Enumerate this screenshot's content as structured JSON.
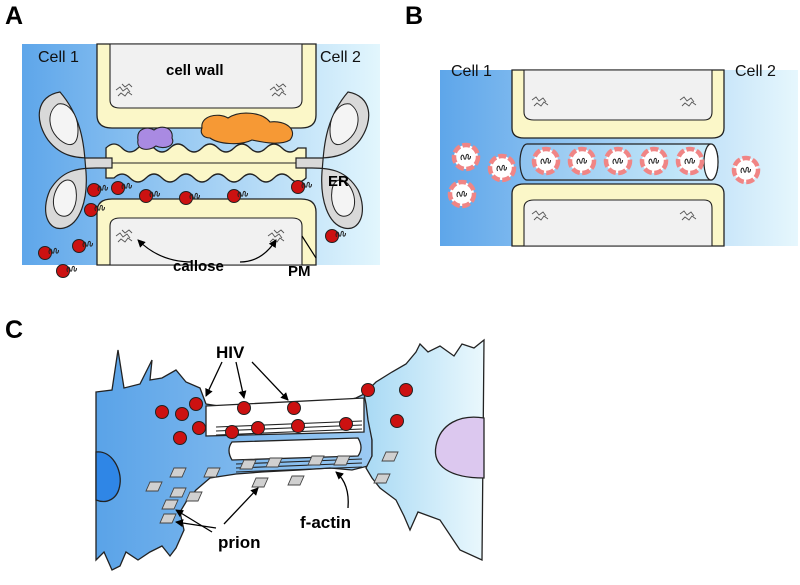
{
  "panels": {
    "a": {
      "letter": "A",
      "cell1": "Cell 1",
      "cell2": "Cell 2",
      "cell_wall": "cell wall",
      "er": "ER",
      "pm": "PM",
      "callose": "callose"
    },
    "b": {
      "letter": "B",
      "cell1": "Cell 1",
      "cell2": "Cell 2"
    },
    "c": {
      "letter": "C",
      "hiv": "HIV",
      "prion": "prion",
      "factin": "f-actin"
    }
  },
  "colors": {
    "cell_blue_dark": "#5ea6ea",
    "cell_blue_light": "#e2f6fd",
    "wall_cream": "#fbf7c8",
    "wall_grey": "#f1f1f1",
    "virus_red": "#cc1111",
    "pink_ring": "#f08585",
    "purple_protein": "#a98ae2",
    "orange_protein": "#f69935",
    "nucleus_blue": "#2f86e6",
    "nucleus_lilac": "#dcc8ef",
    "prion_grey": "#d0d0d0"
  }
}
